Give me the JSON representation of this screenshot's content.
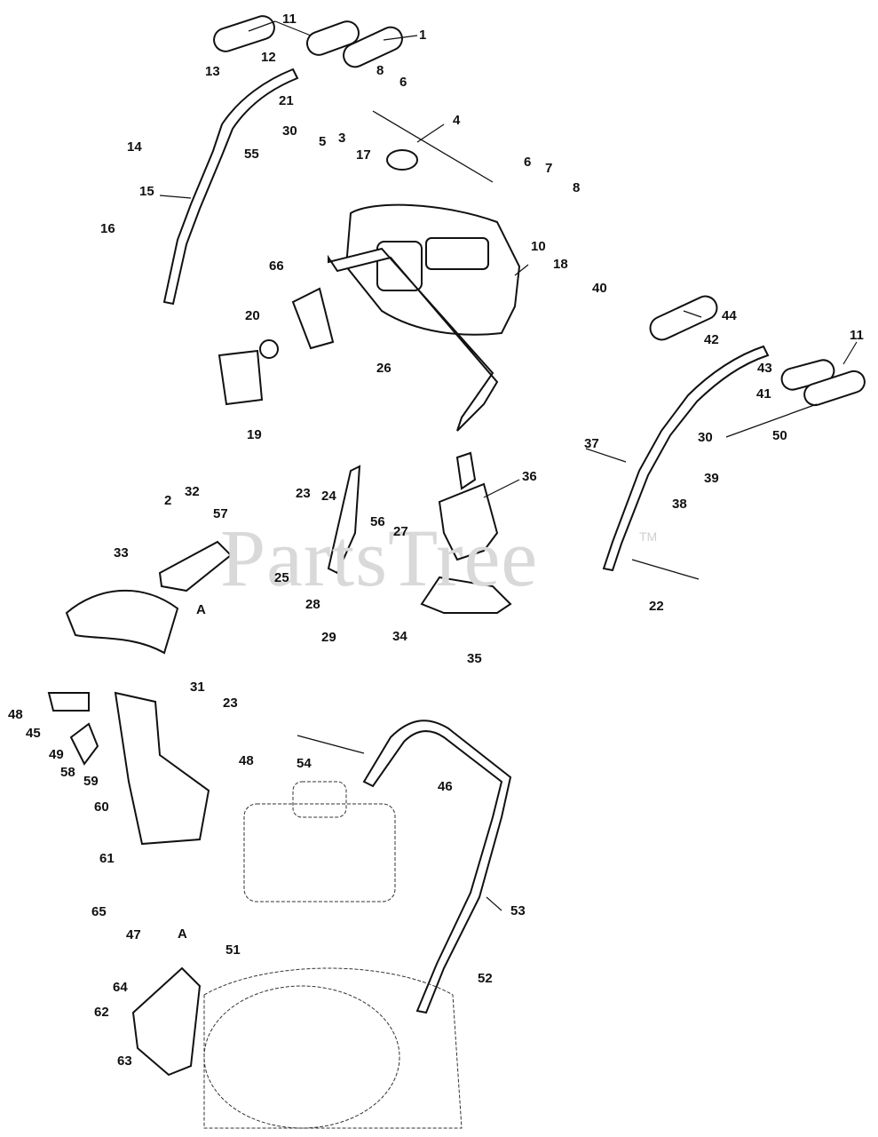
{
  "watermark": {
    "text": "PartsTree",
    "trademark": "TM"
  },
  "callouts": {
    "c1": "1",
    "c2": "2",
    "c3": "3",
    "c4": "4",
    "c5": "5",
    "c6a": "6",
    "c6b": "6",
    "c7": "7",
    "c8a": "8",
    "c8b": "8",
    "c10": "10",
    "c11a": "11",
    "c11b": "11",
    "c12": "12",
    "c13": "13",
    "c14": "14",
    "c15": "15",
    "c16": "16",
    "c17": "17",
    "c18": "18",
    "c19": "19",
    "c20": "20",
    "c21": "21",
    "c22": "22",
    "c23a": "23",
    "c23b": "23",
    "c24": "24",
    "c25": "25",
    "c26": "26",
    "c27": "27",
    "c28": "28",
    "c29": "29",
    "c30a": "30",
    "c30b": "30",
    "c31": "31",
    "c32": "32",
    "c33": "33",
    "c34": "34",
    "c35": "35",
    "c36": "36",
    "c37": "37",
    "c38": "38",
    "c39": "39",
    "c40": "40",
    "c41": "41",
    "c42": "42",
    "c43": "43",
    "c44": "44",
    "c45": "45",
    "c46": "46",
    "c47": "47",
    "c48a": "48",
    "c48b": "48",
    "c49": "49",
    "c50": "50",
    "c51": "51",
    "c52": "52",
    "c53": "53",
    "c54": "54",
    "c55": "55",
    "c56": "56",
    "c57": "57",
    "c58": "58",
    "c59": "59",
    "c60": "60",
    "c61": "61",
    "c62": "62",
    "c63": "63",
    "c64": "64",
    "c65": "65",
    "c66": "66",
    "refA1": "A",
    "refA2": "A"
  }
}
